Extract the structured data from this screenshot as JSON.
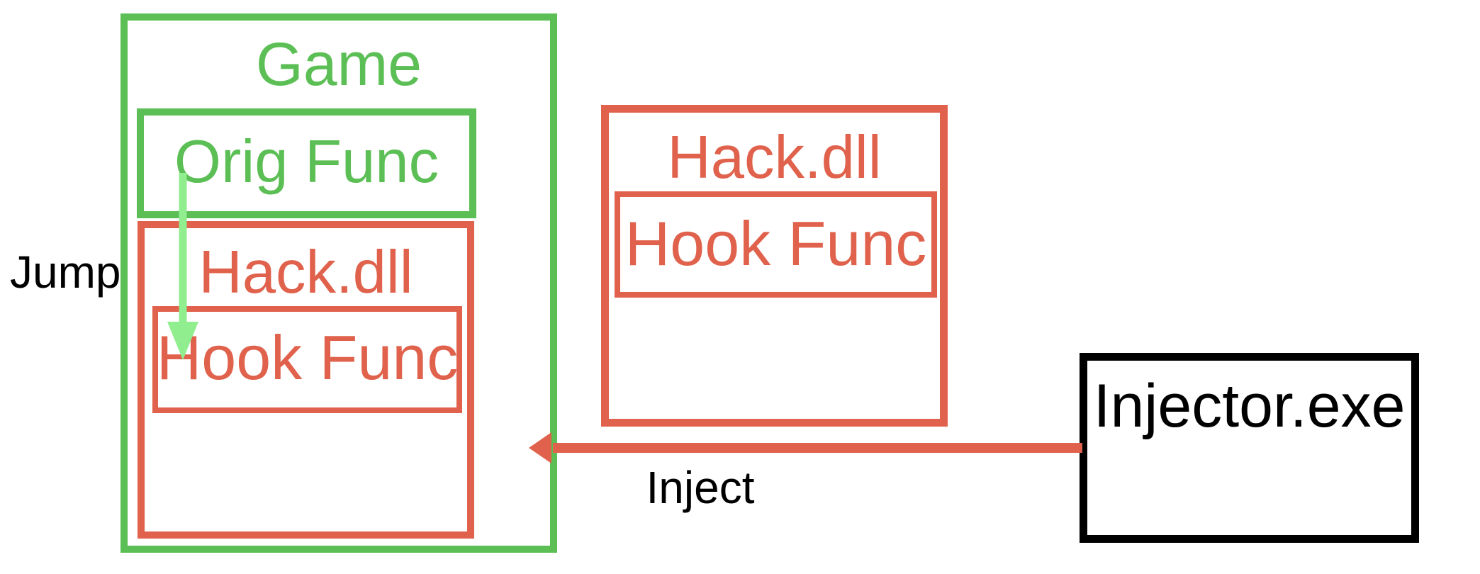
{
  "diagram": {
    "title": "DLL Injection / Function Hooking Diagram",
    "background": "#ffffff",
    "colors": {
      "game_green": "#5cbf55",
      "arrow_light_green": "#90ee8f",
      "hack_red": "#e0624c",
      "injector_black": "#000000"
    }
  },
  "game_process": {
    "title": "Game",
    "orig_func": {
      "title": "Orig Func"
    },
    "injected_hack_dll": {
      "title": "Hack.dll",
      "hook_func": {
        "title": "Hook Func"
      }
    }
  },
  "hack_dll_module": {
    "title": "Hack.dll",
    "hook_func": {
      "title": "Hook Func"
    }
  },
  "injector": {
    "title": "Injector.exe"
  },
  "arrows": {
    "jump": {
      "label": "Jump",
      "color": "#90ee8f",
      "direction": "down"
    },
    "inject": {
      "label": "Inject",
      "color": "#e0624c",
      "direction": "left"
    }
  }
}
